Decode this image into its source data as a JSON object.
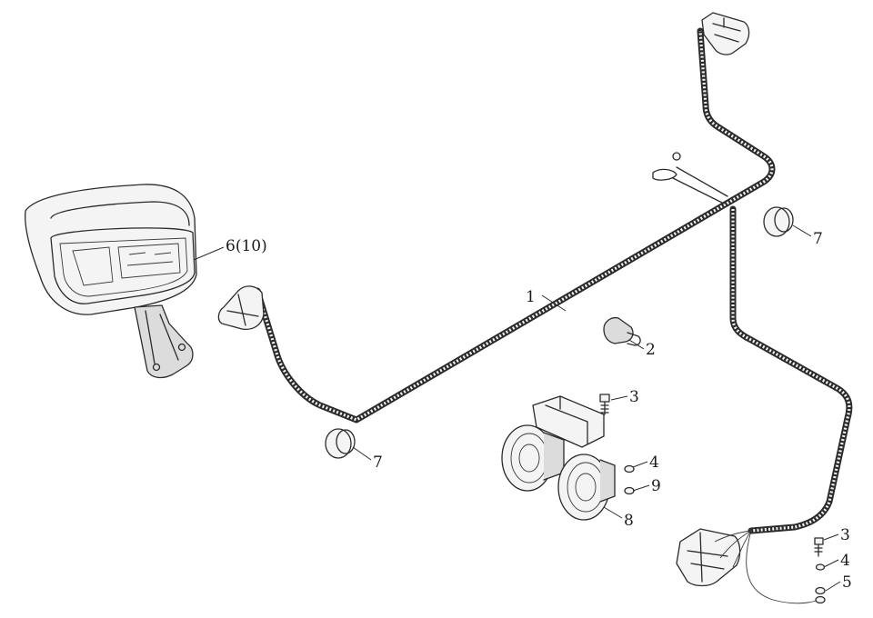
{
  "diagram": {
    "callouts": [
      {
        "id": "c1",
        "text": "1"
      },
      {
        "id": "c2",
        "text": "2"
      },
      {
        "id": "c3a",
        "text": "3"
      },
      {
        "id": "c4a",
        "text": "4"
      },
      {
        "id": "c9",
        "text": "9"
      },
      {
        "id": "c8",
        "text": "8"
      },
      {
        "id": "c7a",
        "text": "7"
      },
      {
        "id": "c7b",
        "text": "7"
      },
      {
        "id": "c6",
        "text": "6(10)"
      },
      {
        "id": "c3b",
        "text": "3"
      },
      {
        "id": "c4b",
        "text": "4"
      },
      {
        "id": "c5",
        "text": "5"
      }
    ]
  }
}
